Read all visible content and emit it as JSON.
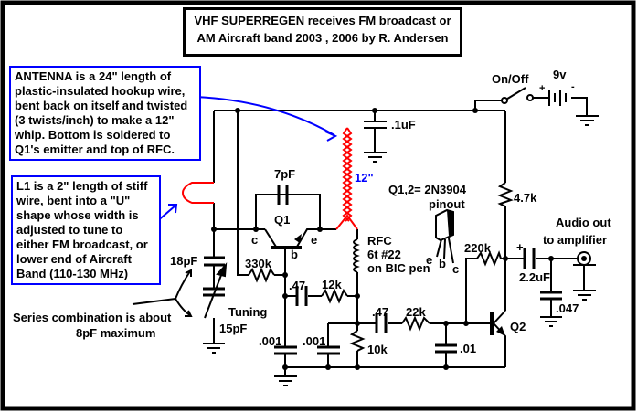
{
  "title": {
    "line1": "VHF SUPERREGEN receives FM broadcast or",
    "line2": "AM Aircraft band   2003 , 2006  by R. Andersen"
  },
  "notes": {
    "antenna": [
      "ANTENNA is a 24\" length of",
      "plastic-insulated hookup wire,",
      "bent back on itself and twisted",
      "(3 twists/inch) to make a 12\"",
      "whip. Bottom is soldered to",
      "Q1's emitter and top of RFC."
    ],
    "l1": [
      "L1 is a 2\" length of stiff",
      "wire, bent into a \"U\"",
      "shape whose width is",
      "adjusted to tune to",
      "either FM broadcast, or",
      "lower end of Aircraft",
      "Band (110-130 MHz)"
    ],
    "series": [
      "Series combination is about",
      "8pF maximum"
    ]
  },
  "components": {
    "switch": "On/Off",
    "battery": "9v",
    "battery_plus": "+",
    "battery_minus": "-",
    "c_bypass": ".1uF",
    "antenna_len": "12\"",
    "c_feedback": "7pF",
    "q1": "Q1",
    "q1_c": "c",
    "q1_b": "b",
    "q1_e": "e",
    "q_type": "Q1,2=  2N3904",
    "pinout": "pinout",
    "pin_e": "e",
    "pin_b": "b",
    "pin_c": "c",
    "rfc1": "RFC",
    "rfc2": "6t #22",
    "rfc3": "on BIC pen",
    "c_18": "18pF",
    "r_330": "330k",
    "c_047a": ".47",
    "r_12k": "12k",
    "tuning": "Tuning",
    "c_15": "15pF",
    "c_001a": ".001",
    "c_001b": ".001",
    "r_10k": "10k",
    "c_047b": ".47",
    "r_22k": "22k",
    "c_01": ".01",
    "q2": "Q2",
    "r_47k": "4.7k",
    "r_220k": "220k",
    "c_22": "2.2uF",
    "c_22_plus": "+",
    "c_0047": ".047",
    "audio1": "Audio out",
    "audio2": "to amplifier"
  },
  "colors": {
    "wire": "#000000",
    "antenna": "#ff0000",
    "callout": "#0000ff"
  }
}
